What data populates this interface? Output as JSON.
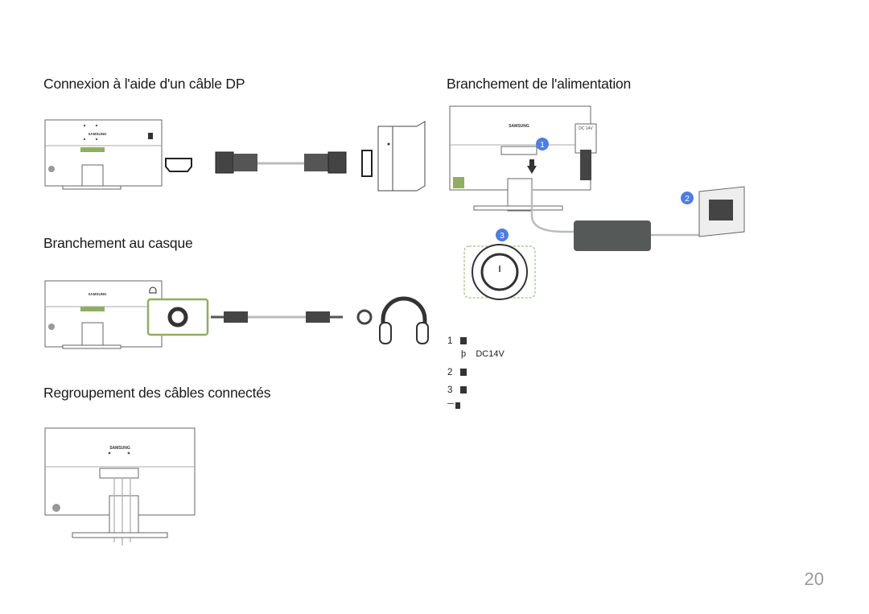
{
  "sections": {
    "dp_title": "Connexion à l'aide d'un câble DP",
    "headphone_title": "Branchement au casque",
    "cables_title": "Regroupement des câbles connectés",
    "power_title": "Branchement de l'alimentation"
  },
  "figure_text": {
    "brand": "SAMSUNG",
    "dc_label": "DC 14V",
    "callout_1": "1",
    "callout_2": "2",
    "callout_3": "3"
  },
  "steps": [
    {
      "num": "1",
      "sub": "DC14V",
      "sub_prefix": "þ"
    },
    {
      "num": "2"
    },
    {
      "num": "3"
    }
  ],
  "page_number": "20",
  "colors": {
    "callout": "#4f7de0",
    "port_green": "#8fae62",
    "adapter": "#555a58"
  }
}
